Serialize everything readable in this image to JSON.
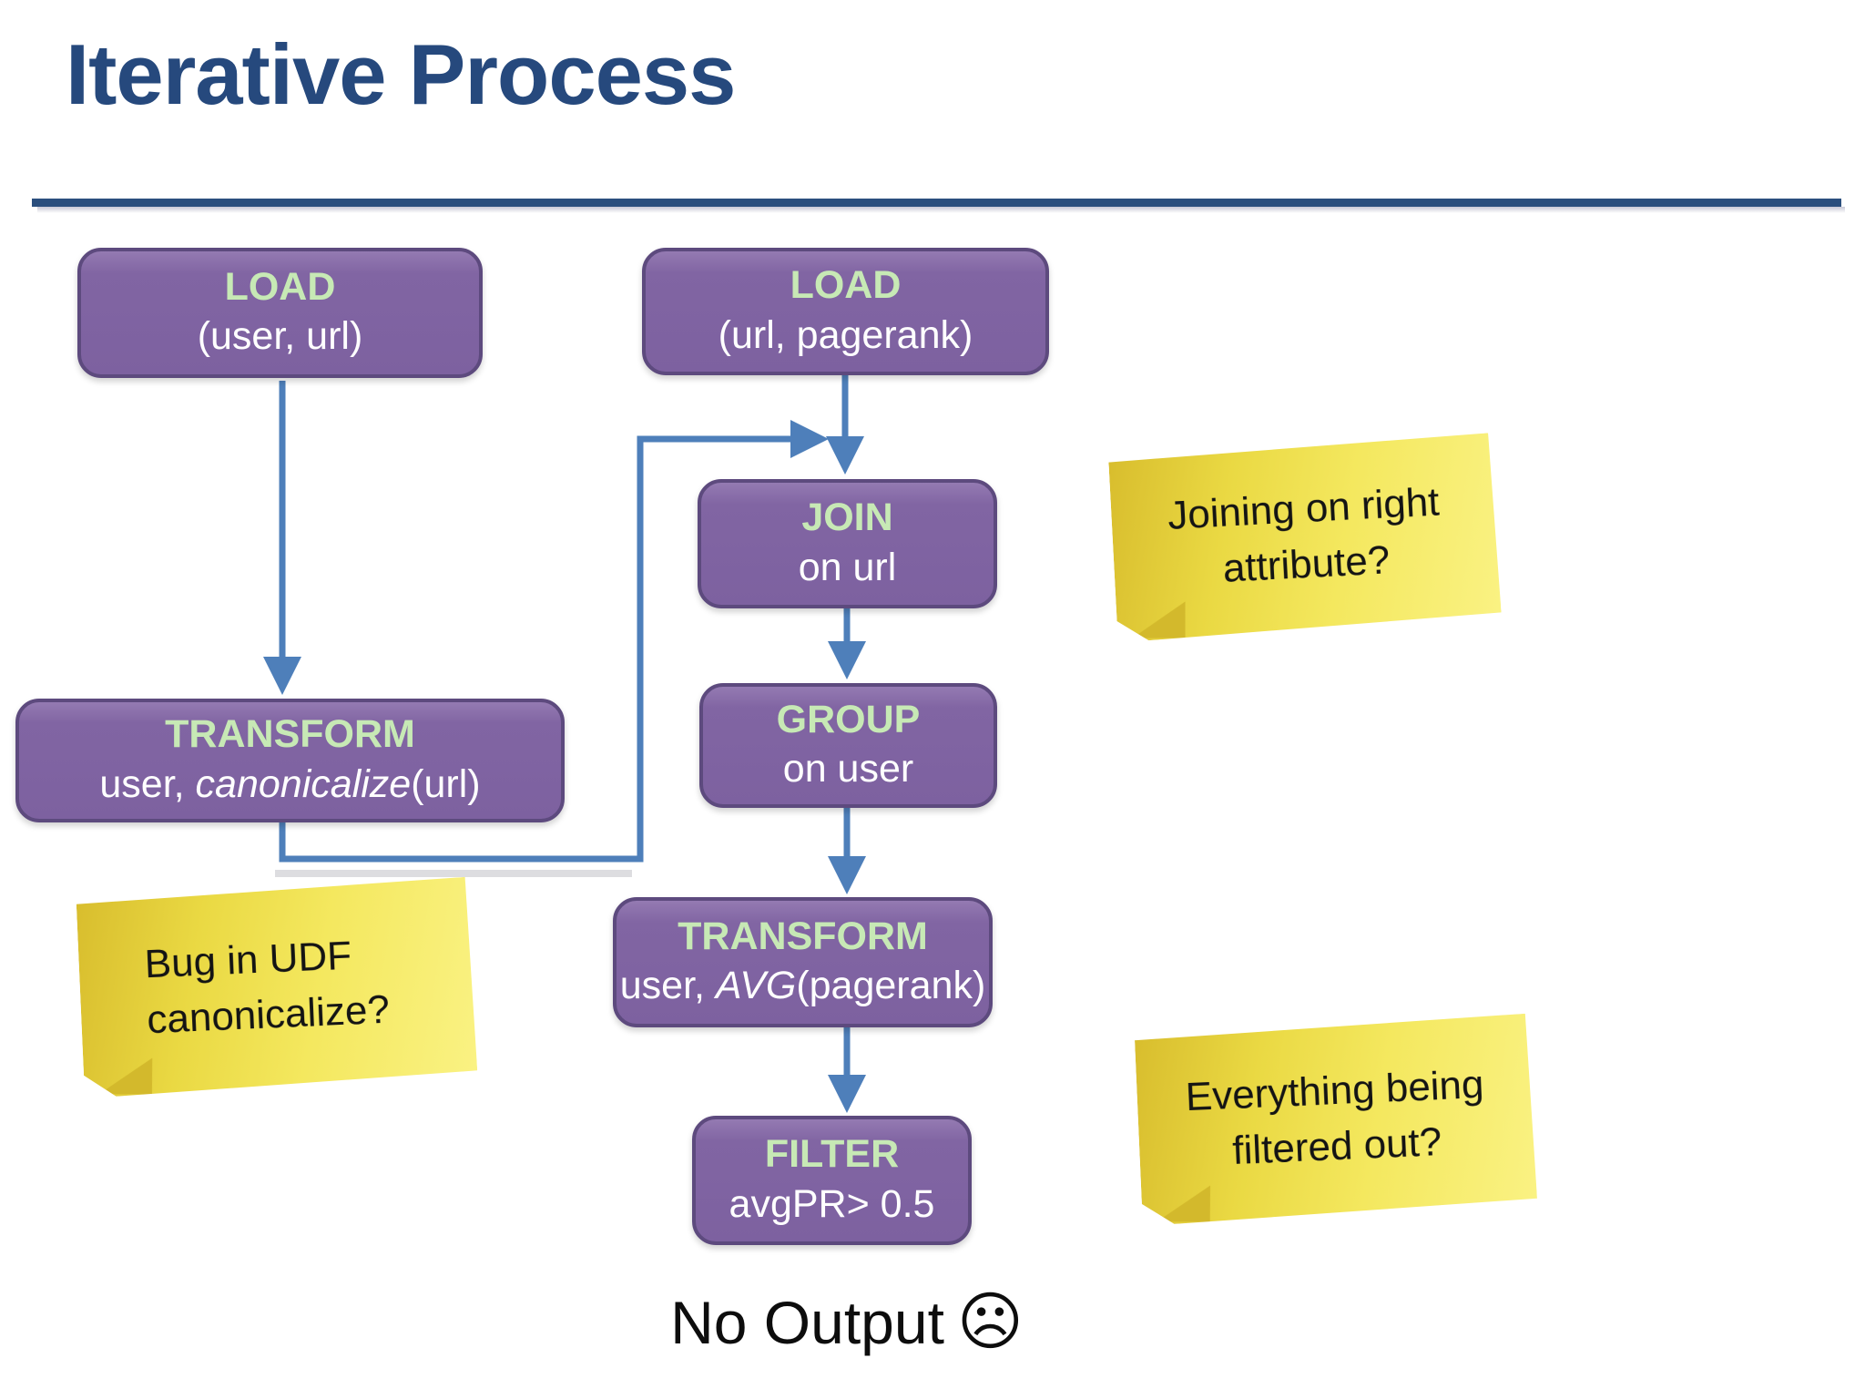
{
  "slide": {
    "title": "Iterative Process",
    "footer": {
      "text": "No Output",
      "emoticon": "☹"
    }
  },
  "colors": {
    "title_blue": "#26497d",
    "rule_blue": "#2b4f7e",
    "node_fill_purple": "#8064a2",
    "node_border_purple": "#5d4a7e",
    "node_label_green": "#c7e9b5",
    "node_sub_white": "#ffffff",
    "connector_blue": "#4e7fba",
    "sticky_yellow": "#f2e44e",
    "sticky_text": "#141414"
  },
  "nodes": [
    {
      "id": "load-user-url",
      "label": "LOAD",
      "sub_pre": "(user, url)",
      "sub_italic": "",
      "sub_post": ""
    },
    {
      "id": "load-url-pagerank",
      "label": "LOAD",
      "sub_pre": "(url, pagerank)",
      "sub_italic": "",
      "sub_post": ""
    },
    {
      "id": "join-on-url",
      "label": "JOIN",
      "sub_pre": "on url",
      "sub_italic": "",
      "sub_post": ""
    },
    {
      "id": "group-on-user",
      "label": "GROUP",
      "sub_pre": "on user",
      "sub_italic": "",
      "sub_post": ""
    },
    {
      "id": "transform-canonicalize",
      "label": "TRANSFORM",
      "sub_pre": "user,  ",
      "sub_italic": "canonicalize",
      "sub_post": "(url)"
    },
    {
      "id": "transform-avg",
      "label": "TRANSFORM",
      "sub_pre": "user, ",
      "sub_italic": "AVG",
      "sub_post": "(pagerank)"
    },
    {
      "id": "filter-avgpr",
      "label": "FILTER",
      "sub_pre": "avgPR> 0.5",
      "sub_italic": "",
      "sub_post": ""
    }
  ],
  "sticky_notes": [
    {
      "id": "joining-note",
      "line1": "Joining on right",
      "line2": "attribute?"
    },
    {
      "id": "bug-note",
      "line1": "Bug in UDF",
      "line2": "canonicalize?"
    },
    {
      "id": "filtered-note",
      "line1": "Everything being",
      "line2": "filtered out?"
    }
  ]
}
